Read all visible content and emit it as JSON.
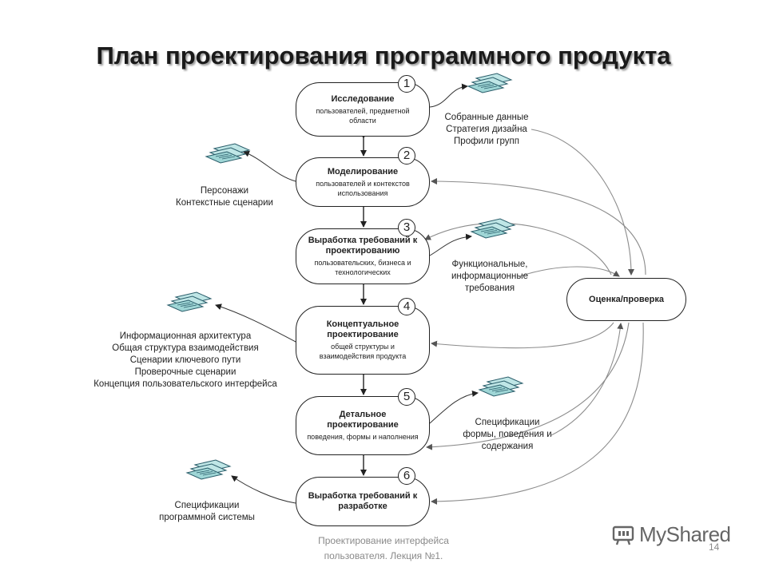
{
  "title": "План проектирования программного продукта",
  "stages": [
    {
      "num": "1",
      "heading": "Исследование",
      "sub": "пользователей, предметной области"
    },
    {
      "num": "2",
      "heading": "Моделирование",
      "sub": "пользователей и контекстов использования"
    },
    {
      "num": "3",
      "heading": "Выработка требований к проектированию",
      "sub": "пользовательских, бизнеса и технологических"
    },
    {
      "num": "4",
      "heading": "Концептуальное проектирование",
      "sub": "общей структуры и взаимодействия продукта"
    },
    {
      "num": "5",
      "heading": "Детальное проектирование",
      "sub": "поведения, формы и наполнения"
    },
    {
      "num": "6",
      "heading": "Выработка требований к разработке",
      "sub": ""
    }
  ],
  "evaluation": "Оценка/проверка",
  "outputs": {
    "o1": [
      "Собранные данные",
      "Стратегия дизайна",
      "Профили групп"
    ],
    "o2": [
      "Персонажи",
      "Контекстные сценарии"
    ],
    "o3": [
      "Функциональные,",
      "информационные",
      "требования"
    ],
    "o4": [
      "Информационная архитектура",
      "Общая структура взаимодействия",
      "Сценарии ключевого пути",
      "Проверочные сценарии",
      "Концепция пользовательского интерфейса"
    ],
    "o5": [
      "Спецификации",
      "формы, поведения и",
      "содержания"
    ],
    "o6": [
      "Спецификации",
      "программной системы"
    ]
  },
  "footer": {
    "line1": "Проектирование интерфейса",
    "line2": "пользователя. Лекция №1.",
    "page": "14"
  },
  "watermark": "MyShared",
  "icons": {
    "document": "document-stack-icon",
    "logo": "myshared-logo-icon"
  }
}
